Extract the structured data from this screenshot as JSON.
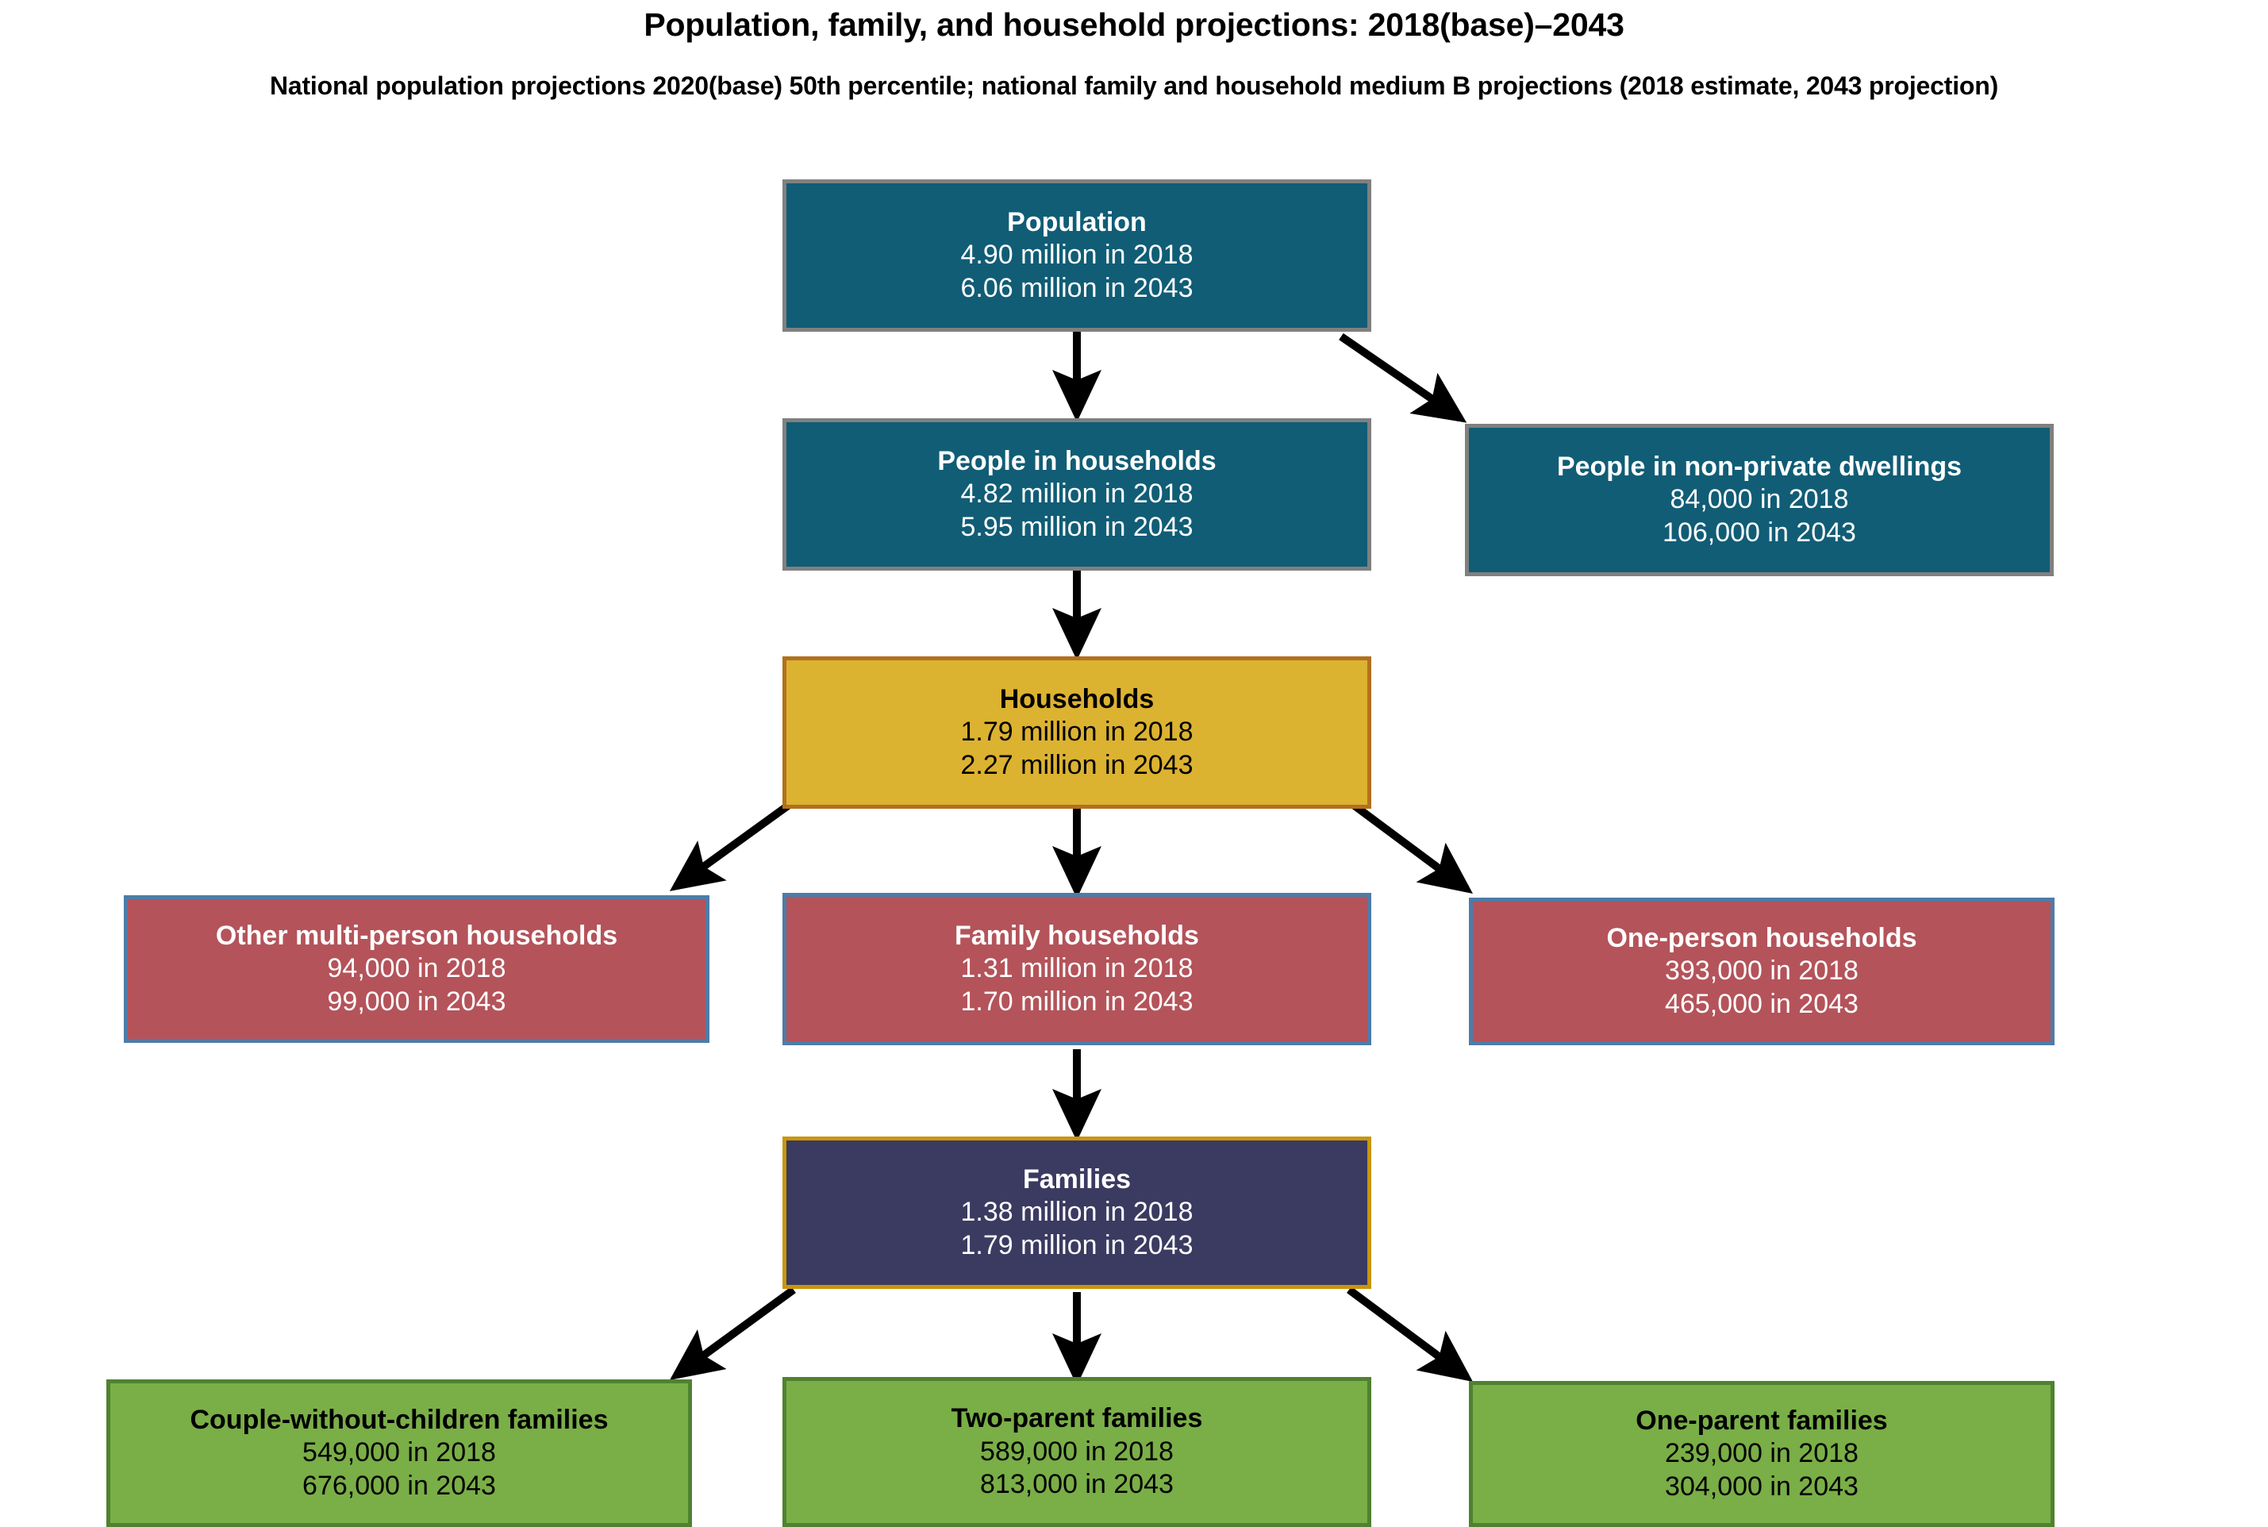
{
  "header": {
    "title": "Population, family, and household projections: 2018(base)–2043",
    "subtitle": "National population projections 2020(base) 50th percentile; national family and household medium B projections (2018 estimate, 2043 projection)"
  },
  "colors": {
    "teal": "#115d76",
    "teal_border": "#808080",
    "gold": "#dcb231",
    "gold_border": "#b2701e",
    "red": "#b4535a",
    "red_border": "#4d7ca8",
    "purple": "#3b3a61",
    "purple_border": "#c8960c",
    "green": "#7aae47",
    "green_border": "#4f8230",
    "arrow": "#000000",
    "background": "#ffffff"
  },
  "chart_data": {
    "type": "diagram",
    "title": "Population, family, and household projections: 2018(base)–2043",
    "subtitle": "National population projections 2020(base) 50th percentile; national family and household medium B projections (2018 estimate, 2043 projection)",
    "years": [
      "2018",
      "2043"
    ],
    "nodes": [
      {
        "id": "population",
        "label": "Population",
        "v2018": "4.90 million in 2018",
        "v2043": "6.06 million in 2043",
        "color": "teal"
      },
      {
        "id": "people-in-households",
        "label": "People in households",
        "v2018": "4.82 million in 2018",
        "v2043": "5.95 million in 2043",
        "color": "teal"
      },
      {
        "id": "people-in-non-private-dwellings",
        "label": "People in non-private dwellings",
        "v2018": "84,000 in 2018",
        "v2043": "106,000 in 2043",
        "color": "teal"
      },
      {
        "id": "households",
        "label": "Households",
        "v2018": "1.79 million in 2018",
        "v2043": "2.27 million in 2043",
        "color": "gold"
      },
      {
        "id": "other-multi-person-households",
        "label": "Other multi-person households",
        "v2018": "94,000 in 2018",
        "v2043": "99,000 in 2043",
        "color": "red"
      },
      {
        "id": "family-households",
        "label": "Family households",
        "v2018": "1.31 million in 2018",
        "v2043": "1.70 million in 2043",
        "color": "red"
      },
      {
        "id": "one-person-households",
        "label": "One-person households",
        "v2018": "393,000 in 2018",
        "v2043": "465,000 in 2043",
        "color": "red"
      },
      {
        "id": "families",
        "label": "Families",
        "v2018": "1.38 million in 2018",
        "v2043": "1.79 million in 2043",
        "color": "purple"
      },
      {
        "id": "couple-without-children-families",
        "label": "Couple-without-children families",
        "v2018": "549,000 in 2018",
        "v2043": "676,000 in 2043",
        "color": "green"
      },
      {
        "id": "two-parent-families",
        "label": "Two-parent families",
        "v2018": "589,000 in 2018",
        "v2043": "813,000 in 2043",
        "color": "green"
      },
      {
        "id": "one-parent-families",
        "label": "One-parent families",
        "v2018": "239,000 in 2018",
        "v2043": "304,000 in 2043",
        "color": "green"
      }
    ],
    "edges": [
      {
        "from": "population",
        "to": "people-in-households"
      },
      {
        "from": "population",
        "to": "people-in-non-private-dwellings"
      },
      {
        "from": "people-in-households",
        "to": "households"
      },
      {
        "from": "households",
        "to": "other-multi-person-households"
      },
      {
        "from": "households",
        "to": "family-households"
      },
      {
        "from": "households",
        "to": "one-person-households"
      },
      {
        "from": "family-households",
        "to": "families"
      },
      {
        "from": "families",
        "to": "couple-without-children-families"
      },
      {
        "from": "families",
        "to": "two-parent-families"
      },
      {
        "from": "families",
        "to": "one-parent-families"
      }
    ]
  }
}
